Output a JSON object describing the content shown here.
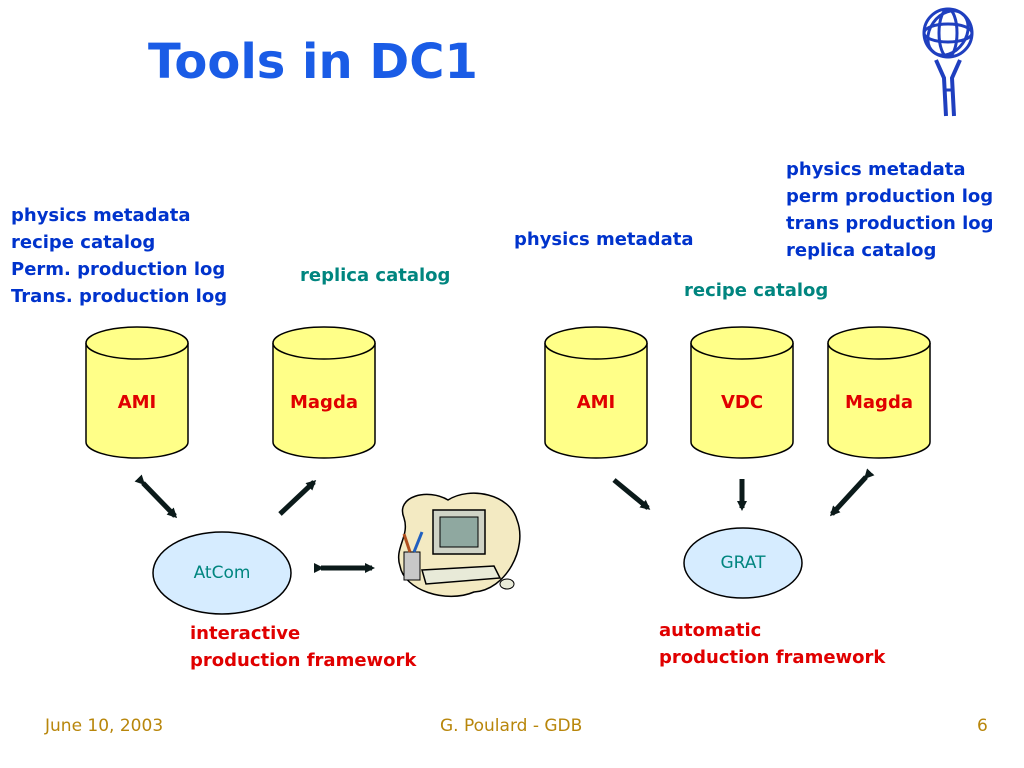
{
  "slide": {
    "title": "Tools in DC1",
    "logo_icon": "atlas-globe-logo",
    "computer_icon": "computer-clipart-icon"
  },
  "left": {
    "ami_notes": [
      "physics metadata",
      "recipe catalog",
      "Perm. production log",
      "Trans. production log"
    ],
    "magda_note": "replica catalog",
    "databases": [
      "AMI",
      "Magda"
    ],
    "tool": "AtCom",
    "caption": [
      "interactive",
      "production framework"
    ]
  },
  "right": {
    "ami_note": "physics metadata",
    "magda_notes": [
      "physics metadata",
      "perm production log",
      "trans production log",
      "replica catalog"
    ],
    "vdc_note": "recipe catalog",
    "databases": [
      "AMI",
      "VDC",
      "Magda"
    ],
    "tool": "GRAT",
    "caption": [
      "automatic",
      "production framework"
    ]
  },
  "footer": {
    "date": "June 10, 2003",
    "author": "G. Poulard - GDB",
    "page": "6"
  },
  "colors": {
    "title": "#1a5ce6",
    "note_blue": "#0033cc",
    "note_teal": "#00857f",
    "label_red": "#e00000",
    "cylinder_fill": "#ffff88",
    "ellipse_fill": "#d6ecff",
    "arrow": "#0b1a1a",
    "footer": "#b8860b"
  }
}
